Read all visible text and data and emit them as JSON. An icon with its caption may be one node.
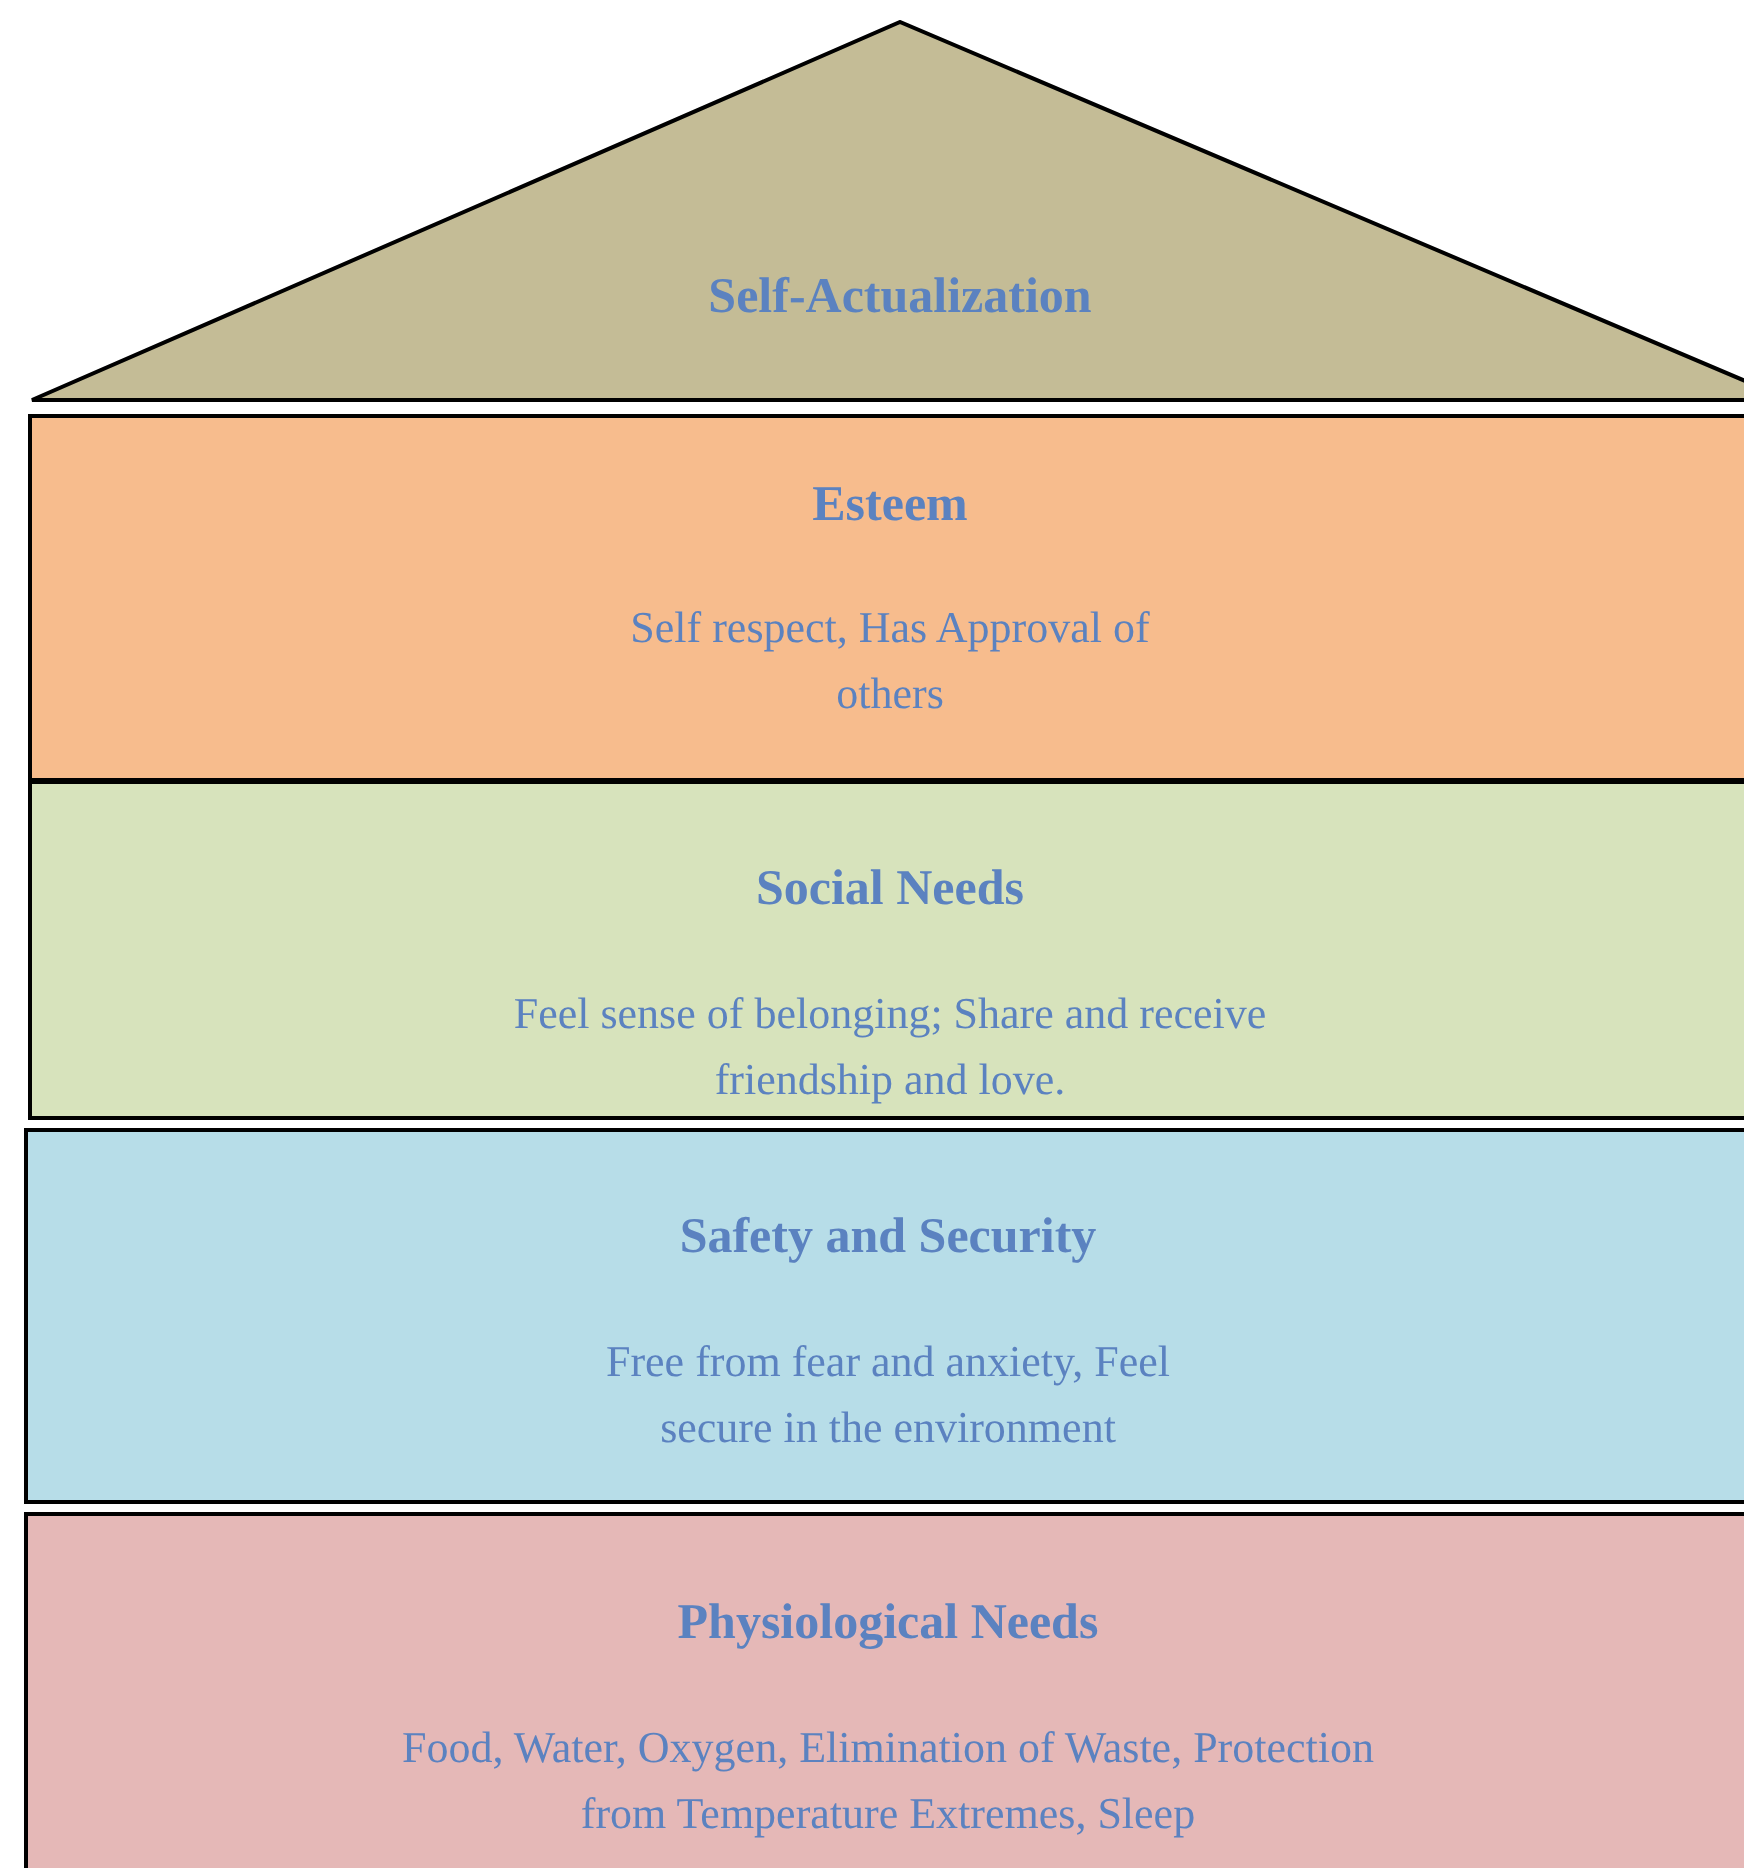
{
  "diagram": {
    "nodes": [
      {
        "text": [
          "Self-Actualization"
        ]
      },
      {
        "text": [
          "Esteem",
          "Self respect, Has Approval of others"
        ]
      },
      {
        "text": [
          "Social Needs",
          "Feel sense of belonging; Share and receive friendship and love."
        ]
      },
      {
        "text": [
          "Safety and Security",
          "Free from fear and anxiety, Feel secure in the environment"
        ]
      },
      {
        "text": [
          "Physiological Needs",
          "Food, Water, Oxygen, Elimination of Waste, Protection from Temperature Extremes, Sleep"
        ]
      }
    ]
  }
}
